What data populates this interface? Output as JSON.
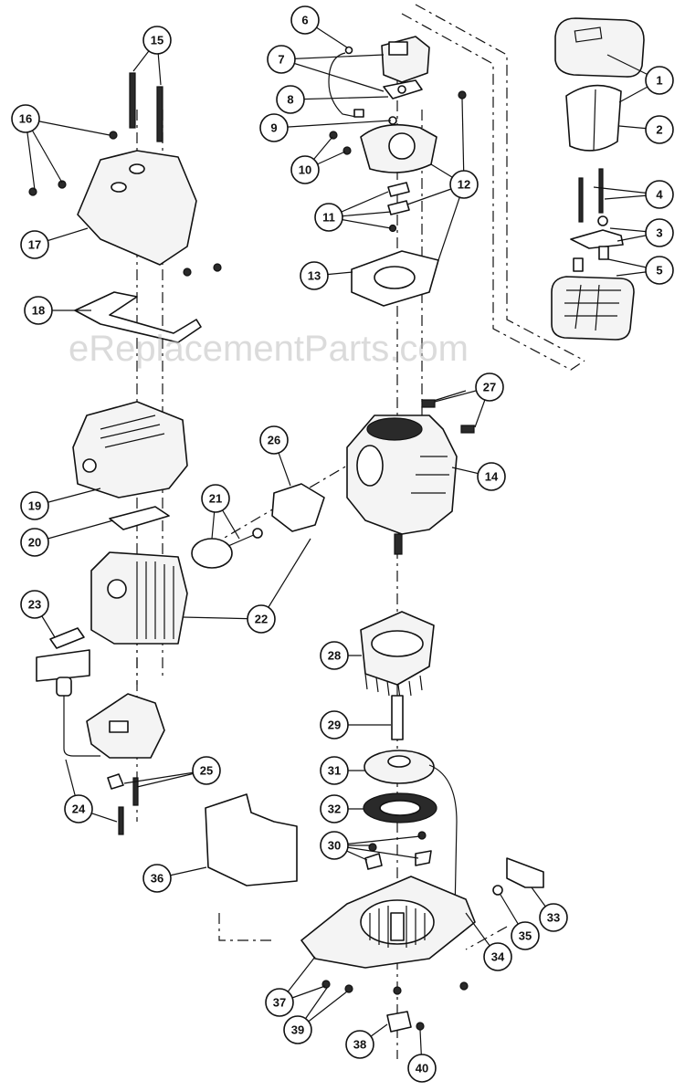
{
  "watermark": "eReplacementParts.com",
  "callouts": [
    {
      "id": "1",
      "label": "1"
    },
    {
      "id": "2",
      "label": "2"
    },
    {
      "id": "3",
      "label": "3"
    },
    {
      "id": "4",
      "label": "4"
    },
    {
      "id": "5",
      "label": "5"
    },
    {
      "id": "6",
      "label": "6"
    },
    {
      "id": "7",
      "label": "7"
    },
    {
      "id": "8",
      "label": "8"
    },
    {
      "id": "9",
      "label": "9"
    },
    {
      "id": "10",
      "label": "10"
    },
    {
      "id": "11",
      "label": "11"
    },
    {
      "id": "12",
      "label": "12"
    },
    {
      "id": "13",
      "label": "13"
    },
    {
      "id": "14",
      "label": "14"
    },
    {
      "id": "15",
      "label": "15"
    },
    {
      "id": "16",
      "label": "16"
    },
    {
      "id": "17",
      "label": "17"
    },
    {
      "id": "18",
      "label": "18"
    },
    {
      "id": "19",
      "label": "19"
    },
    {
      "id": "20",
      "label": "20"
    },
    {
      "id": "21",
      "label": "21"
    },
    {
      "id": "22",
      "label": "22"
    },
    {
      "id": "23",
      "label": "23"
    },
    {
      "id": "24",
      "label": "24"
    },
    {
      "id": "25",
      "label": "25"
    },
    {
      "id": "26",
      "label": "26"
    },
    {
      "id": "27",
      "label": "27"
    },
    {
      "id": "28",
      "label": "28"
    },
    {
      "id": "29",
      "label": "29"
    },
    {
      "id": "30",
      "label": "30"
    },
    {
      "id": "31",
      "label": "31"
    },
    {
      "id": "32",
      "label": "32"
    },
    {
      "id": "33",
      "label": "33"
    },
    {
      "id": "34",
      "label": "34"
    },
    {
      "id": "35",
      "label": "35"
    },
    {
      "id": "36",
      "label": "36"
    },
    {
      "id": "37",
      "label": "37"
    },
    {
      "id": "38",
      "label": "38"
    },
    {
      "id": "39",
      "label": "39"
    },
    {
      "id": "40",
      "label": "40"
    }
  ]
}
